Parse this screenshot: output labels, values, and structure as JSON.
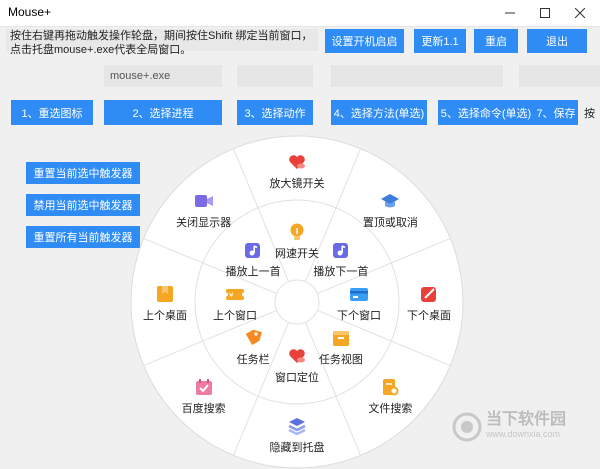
{
  "window": {
    "title": "Mouse+"
  },
  "hint": {
    "text": "按住右键再拖动触发操作轮盘，期间按住Shifit 绑定当前窗口，点击托盘mouse+.exe代表全局窗口。"
  },
  "toolbar": {
    "autostart": "设置开机启启",
    "update": "更新1.1",
    "restart": "重启",
    "exit": "退出"
  },
  "fields": {
    "process": "mouse+.exe"
  },
  "steps": [
    "1、重选图标",
    "2、选择进程",
    "3、选择动作",
    "4、选择方法(单选)",
    "5、选择命令(单选)",
    "7、保存",
    "按"
  ],
  "side_buttons": [
    "重置当前选中触发器",
    "禁用当前选中触发器",
    "重置所有当前触发器"
  ],
  "wheel": {
    "outer": [
      {
        "label": "放大镜开关",
        "icon": "heart-cloud-icon",
        "color": "#e8403a"
      },
      {
        "label": "置顶或取消",
        "icon": "graduation-cap-icon",
        "color": "#3b7ddd"
      },
      {
        "label": "下个桌面",
        "icon": "note-edit-icon",
        "color": "#e8403a"
      },
      {
        "label": "文件搜索",
        "icon": "document-search-icon",
        "color": "#f5a623"
      },
      {
        "label": "隐藏到托盘",
        "icon": "layers-icon",
        "color": "#5b6fe0"
      },
      {
        "label": "百度搜索",
        "icon": "calendar-check-icon",
        "color": "#f07aa0"
      },
      {
        "label": "上个桌面",
        "icon": "bookmark-box-icon",
        "color": "#f5a623"
      },
      {
        "label": "关闭显示器",
        "icon": "video-camera-icon",
        "color": "#7b6ae6"
      }
    ],
    "inner": [
      {
        "label": "网速开关",
        "icon": "lightbulb-icon",
        "color": "#f5a623"
      },
      {
        "label": "播放下一首",
        "icon": "music-note-icon",
        "color": "#6a6ae6"
      },
      {
        "label": "下个窗口",
        "icon": "card-icon",
        "color": "#3b9ef5"
      },
      {
        "label": "任务视图",
        "icon": "box-icon",
        "color": "#f5a623"
      },
      {
        "label": "窗口定位",
        "icon": "heart-cloud-icon",
        "color": "#e8403a"
      },
      {
        "label": "任务栏",
        "icon": "tag-icon",
        "color": "#f58a23"
      },
      {
        "label": "上个窗口",
        "icon": "ticket-icon",
        "color": "#f5a623"
      },
      {
        "label": "播放上一首",
        "icon": "music-note-icon",
        "color": "#6a6ae6"
      }
    ]
  },
  "watermark": {
    "title": "当下软件园",
    "url": "www.downxia.com"
  }
}
